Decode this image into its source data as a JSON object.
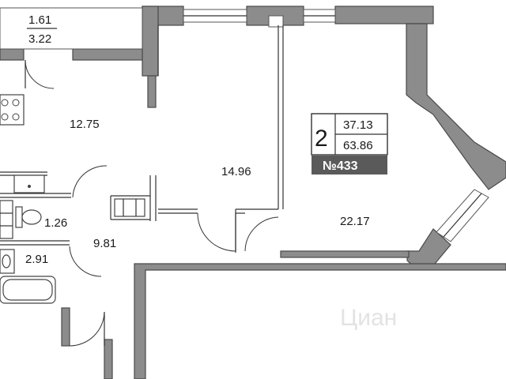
{
  "apartment": {
    "rooms": "2",
    "living_area": "37.13",
    "total_area": "63.86",
    "number": "№433"
  },
  "areas": {
    "balcony_top": "1.61",
    "balcony_bottom": "3.22",
    "kitchen": "12.75",
    "bedroom": "14.96",
    "living_room": "22.17",
    "toilet": "1.26",
    "hall": "9.81",
    "bathroom": "2.91"
  },
  "watermark": "Циан",
  "colors": {
    "wall": "#8c8c8c",
    "badge": "#5a5a5a"
  }
}
